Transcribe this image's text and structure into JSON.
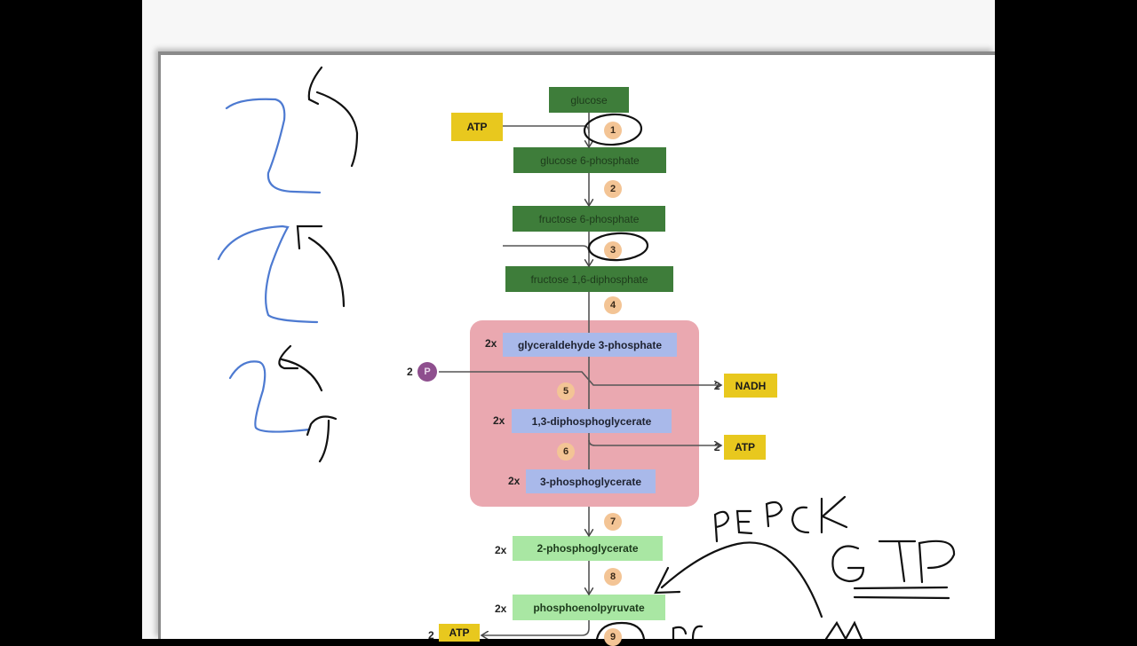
{
  "diagram": {
    "title": "Glycolysis pathway",
    "molecules": [
      {
        "id": "glucose",
        "label": "glucose"
      },
      {
        "id": "g6p",
        "label": "glucose 6-phosphate"
      },
      {
        "id": "f6p",
        "label": "fructose 6-phosphate"
      },
      {
        "id": "f16bp",
        "label": "fructose 1,6-diphosphate"
      },
      {
        "id": "g3p",
        "label": "glyceraldehyde 3-phosphate",
        "multiplier": "2x"
      },
      {
        "id": "bpg",
        "label": "1,3-diphosphoglycerate",
        "multiplier": "2x"
      },
      {
        "id": "3pg",
        "label": "3-phosphoglycerate",
        "multiplier": "2x"
      },
      {
        "id": "2pg",
        "label": "2-phosphoglycerate",
        "multiplier": "2x"
      },
      {
        "id": "pep",
        "label": "phosphoenolpyruvate",
        "multiplier": "2x"
      }
    ],
    "steps": [
      "1",
      "2",
      "3",
      "4",
      "5",
      "6",
      "7",
      "8",
      "9"
    ],
    "cofactors": {
      "atp_in": "ATP",
      "phosphate": {
        "count": "2",
        "symbol": "P"
      },
      "nadh": {
        "count": "2",
        "label": "NADH"
      },
      "atp_out_6": {
        "count": "2",
        "label": "ATP"
      },
      "atp_out_9": {
        "count": "2",
        "label": "ATP"
      }
    },
    "colors": {
      "early_stage": "#3e7d3a",
      "triose_stage": "#a9b9ea",
      "late_stage": "#a9e7a3",
      "energy_carrier": "#e8c81e",
      "step_badge": "#f3c495",
      "payoff_region": "#eaa8b0",
      "phosphate": "#8e4f8e"
    }
  },
  "annotations": {
    "enzyme_label": "PEPCK",
    "cofactor_label": "GTP",
    "partial_text": "PC"
  }
}
